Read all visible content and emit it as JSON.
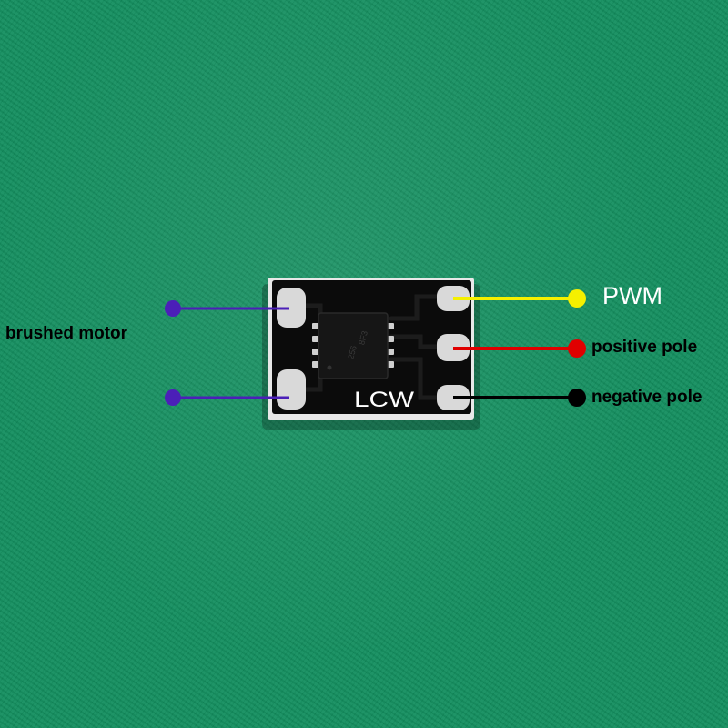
{
  "board": {
    "silkscreen": "LCW",
    "chip_marking": [
      "8F3",
      "256"
    ]
  },
  "labels": {
    "brushed_motor": "brushed motor",
    "pwm": "PWM",
    "positive_pole": "positive pole",
    "negative_pole": "negative pole"
  },
  "colors": {
    "background": "#138f5f",
    "motor_wire": "#4b1fb8",
    "pwm_wire": "#f5f000",
    "positive_wire": "#e00000",
    "negative_wire": "#000000",
    "board": "#0b0b0b",
    "pad": "#d9d9d9",
    "pwm_label": "#ffffff",
    "text": "#000000"
  }
}
